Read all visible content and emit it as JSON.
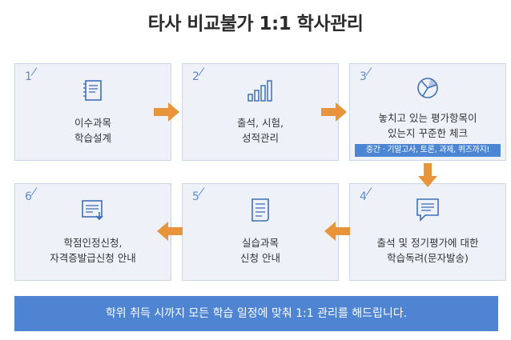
{
  "title": "타사 비교불가 1:1 학사관리",
  "colors": {
    "accent": "#4e84d2",
    "arrow": "#e8943a",
    "card_bg": "#eef2f8",
    "card_border": "#c9d6e8"
  },
  "steps": [
    {
      "num": "1",
      "icon": "notebook-icon",
      "lines": [
        "이수과목",
        "학습설계"
      ]
    },
    {
      "num": "2",
      "icon": "bar-chart-icon",
      "lines": [
        "출석, 시험,",
        "성적관리"
      ]
    },
    {
      "num": "3",
      "icon": "pie-chart-icon",
      "lines": [
        "놓치고 있는 평가항목이",
        "있는지 꾸준한 체크"
      ],
      "badge": "중간 · 기말고사, 토론, 과제, 퀴즈까지!"
    },
    {
      "num": "4",
      "icon": "message-list-icon",
      "lines": [
        "출석 및 정기평가에 대한",
        "학습독려(문자발송)"
      ]
    },
    {
      "num": "5",
      "icon": "document-list-icon",
      "lines": [
        "실습과목",
        "신청 안내"
      ]
    },
    {
      "num": "6",
      "icon": "certificate-download-icon",
      "lines": [
        "학점인정신청,",
        "자격증발급신청 안내"
      ]
    }
  ],
  "banner": "학위 취득 시까지 모든 학습 일정에 맞춰 1:1 관리를 해드립니다."
}
